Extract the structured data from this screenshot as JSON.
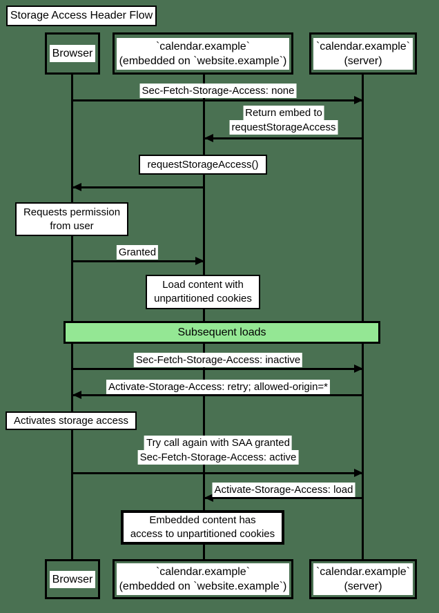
{
  "title": "Storage Access Header Flow",
  "colors": {
    "background": "#4A7152",
    "line": "#000000",
    "box_fill": "#FFFFFF",
    "band_fill": "#94E794"
  },
  "participants": {
    "browser": {
      "label": "Browser"
    },
    "embedded": {
      "label": "`calendar.example`",
      "label2": "(embedded on `website.example`)"
    },
    "server": {
      "label": "`calendar.example`",
      "label2": "(server)"
    }
  },
  "messages": [
    {
      "from": "browser",
      "to": "server",
      "label": "Sec-Fetch-Storage-Access: none"
    },
    {
      "from": "server",
      "to": "embedded",
      "label": "Return embed to",
      "label2": "requestStorageAccess"
    },
    {
      "from": "embedded",
      "to": "browser",
      "label": "requestStorageAccess()",
      "boxed": true
    },
    {
      "from": "browser",
      "to": "embedded",
      "label": "Granted"
    },
    {
      "from": "browser",
      "to": "server",
      "label": "Sec-Fetch-Storage-Access: inactive"
    },
    {
      "from": "server",
      "to": "browser",
      "label": "Activate-Storage-Access: retry; allowed-origin=*"
    },
    {
      "from": "browser",
      "to": "server",
      "label": "Try call again with SAA granted",
      "label2": "Sec-Fetch-Storage-Access: active"
    },
    {
      "from": "server",
      "to": "embedded",
      "label": "Activate-Storage-Access: load"
    }
  ],
  "notes": [
    {
      "over": "browser",
      "label": "Requests permission",
      "label2": "from user"
    },
    {
      "over": "embedded",
      "label": "Load content with",
      "label2": "unpartitioned cookies"
    },
    {
      "over": "browser",
      "label": "Activates storage access"
    },
    {
      "over": "embedded",
      "label": "Embedded content has",
      "label2": "access to unpartitioned cookies"
    }
  ],
  "band": {
    "label": "Subsequent loads"
  }
}
